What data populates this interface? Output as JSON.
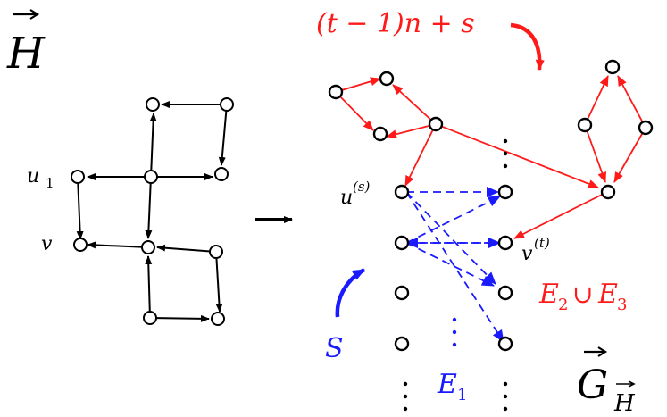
{
  "labels": {
    "h_arrow_title": "H",
    "g_title": "G",
    "g_subscript": "H",
    "u1": "u",
    "u1_sub": "1",
    "v": "v",
    "u_s": "u",
    "u_s_sup": "(s)",
    "v_t": "v",
    "v_t_sup": "(t)",
    "red_formula": "(t − 1)n + s",
    "e23": "E",
    "e23_sub1": "2",
    "e23_cup": "∪",
    "e23_letter2": "E",
    "e23_sub2": "3",
    "s_label": "S",
    "e1": "E",
    "e1_sub": "1"
  },
  "colors": {
    "black": "#000000",
    "red": "#ff1a1a",
    "blue": "#1a1aff"
  }
}
